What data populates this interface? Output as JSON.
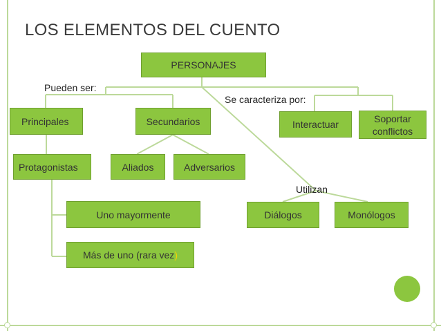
{
  "title": "LOS ELEMENTOS DEL CUENTO",
  "root": "PERSONAJES",
  "labels": {
    "pueden_ser": "Pueden ser:",
    "se_caracteriza": "Se caracteriza por:",
    "utilizan": "Utilizan"
  },
  "nodes": {
    "principales": "Principales",
    "secundarios": "Secundarios",
    "interactuar": "Interactuar",
    "soportar_line1": "Soportar",
    "soportar_line2": "conflictos",
    "protagonistas": "Protagonistas",
    "aliados": "Aliados",
    "adversarios": "Adversarios",
    "uno_mayormente": "Uno mayormente",
    "mas_de_uno": "Más de uno (rara vez",
    "mas_de_uno_paren": ")",
    "dialogos": "Diálogos",
    "monologos": "Monólogos"
  },
  "colors": {
    "box_fill": "#8cc63f",
    "line": "#bcd99a",
    "title": "#3a3a3a"
  }
}
